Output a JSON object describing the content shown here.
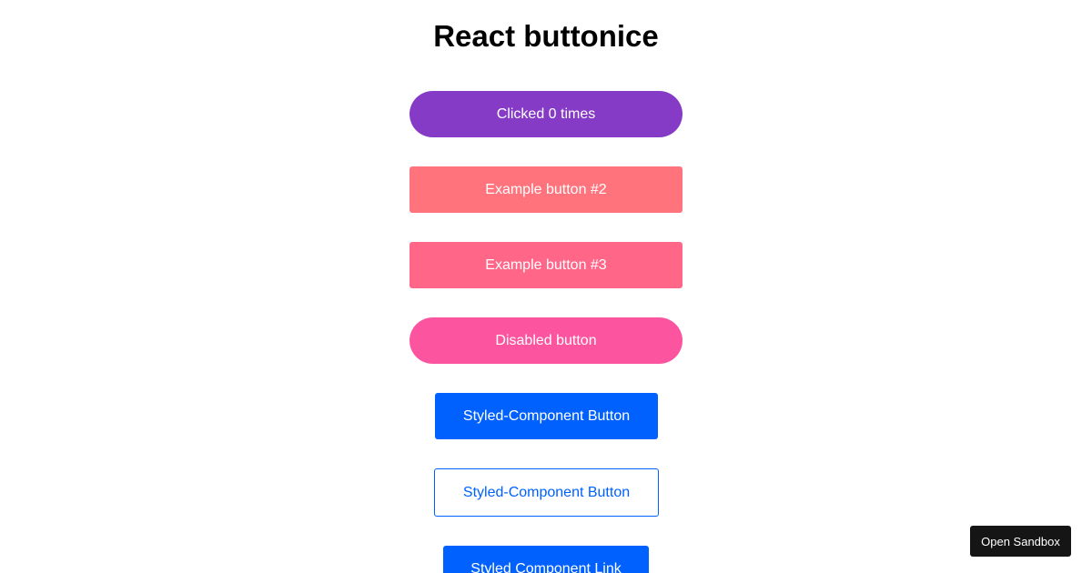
{
  "page": {
    "title": "React buttonice"
  },
  "buttons": [
    {
      "label": "Clicked 0 times",
      "color": "#853bc6"
    },
    {
      "label": "Example button #2",
      "color": "#ff737c"
    },
    {
      "label": "Example button #3",
      "color": "#ff6688"
    },
    {
      "label": "Disabled button",
      "color": "#fc549f"
    },
    {
      "label": "Styled-Component Button",
      "color": "#0061ff"
    },
    {
      "label": "Styled-Component Button",
      "color": "#0061ff"
    },
    {
      "label": "Styled Component Link",
      "color": "#0061ff"
    }
  ],
  "sandbox": {
    "label": "Open Sandbox",
    "color": "#151515"
  }
}
